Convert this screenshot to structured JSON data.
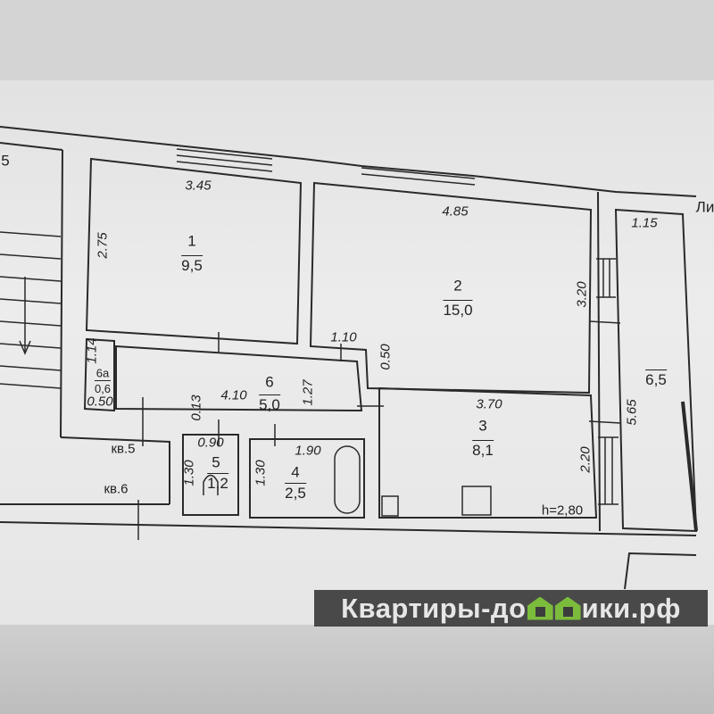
{
  "plan": {
    "rooms": [
      {
        "number": "1",
        "area": "9,5"
      },
      {
        "number": "2",
        "area": "15,0"
      },
      {
        "number": "3",
        "area": "8,1"
      },
      {
        "number": "4",
        "area": "2,5"
      },
      {
        "number": "5",
        "area": "1,2"
      },
      {
        "number": "6",
        "area": "5,0"
      },
      {
        "number": "6а",
        "area": "0,6"
      },
      {
        "number": "",
        "area": "6,5"
      }
    ],
    "dimensions": {
      "d345": "3.45",
      "d485": "4.85",
      "d115": "1.15",
      "d275": "2.75",
      "d320": "3.20",
      "d110": "1.10",
      "d050a": "0.50",
      "d114": "1.14",
      "d050b": "0.50",
      "d410": "4.10",
      "d127": "1.27",
      "d013": "0.13",
      "d370": "3.70",
      "d565": "5.65",
      "d090": "0.90",
      "d130a": "1.30",
      "d190": "1.90",
      "d130b": "1.30",
      "d220": "2.20"
    },
    "ceiling_height": "h=2,80",
    "neighbor_labels": [
      "кв.5",
      "кв.6"
    ],
    "edge_labels": {
      "left": "5",
      "right": "Ли"
    }
  },
  "watermark": {
    "before": "Квартиры-до",
    "after": "ики.рф",
    "accent": "#7cbc3c"
  }
}
